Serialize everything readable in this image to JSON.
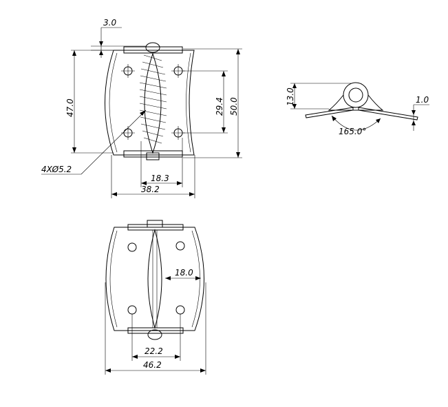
{
  "dimensions": {
    "pin_offset": "3.0",
    "hinge_height": "47.0",
    "overall_height": "50.0",
    "hole_spacing_vertical": "29.4",
    "hole_callout": "4XØ5.2",
    "hole_spacing_horizontal": "18.3",
    "flat_width": "38.2",
    "side_height": "13.0",
    "thickness": "1.0",
    "angle": "165.0°",
    "slot_width": "18.0",
    "bottom_hole_spacing": "22.2",
    "bottom_width": "46.2"
  }
}
